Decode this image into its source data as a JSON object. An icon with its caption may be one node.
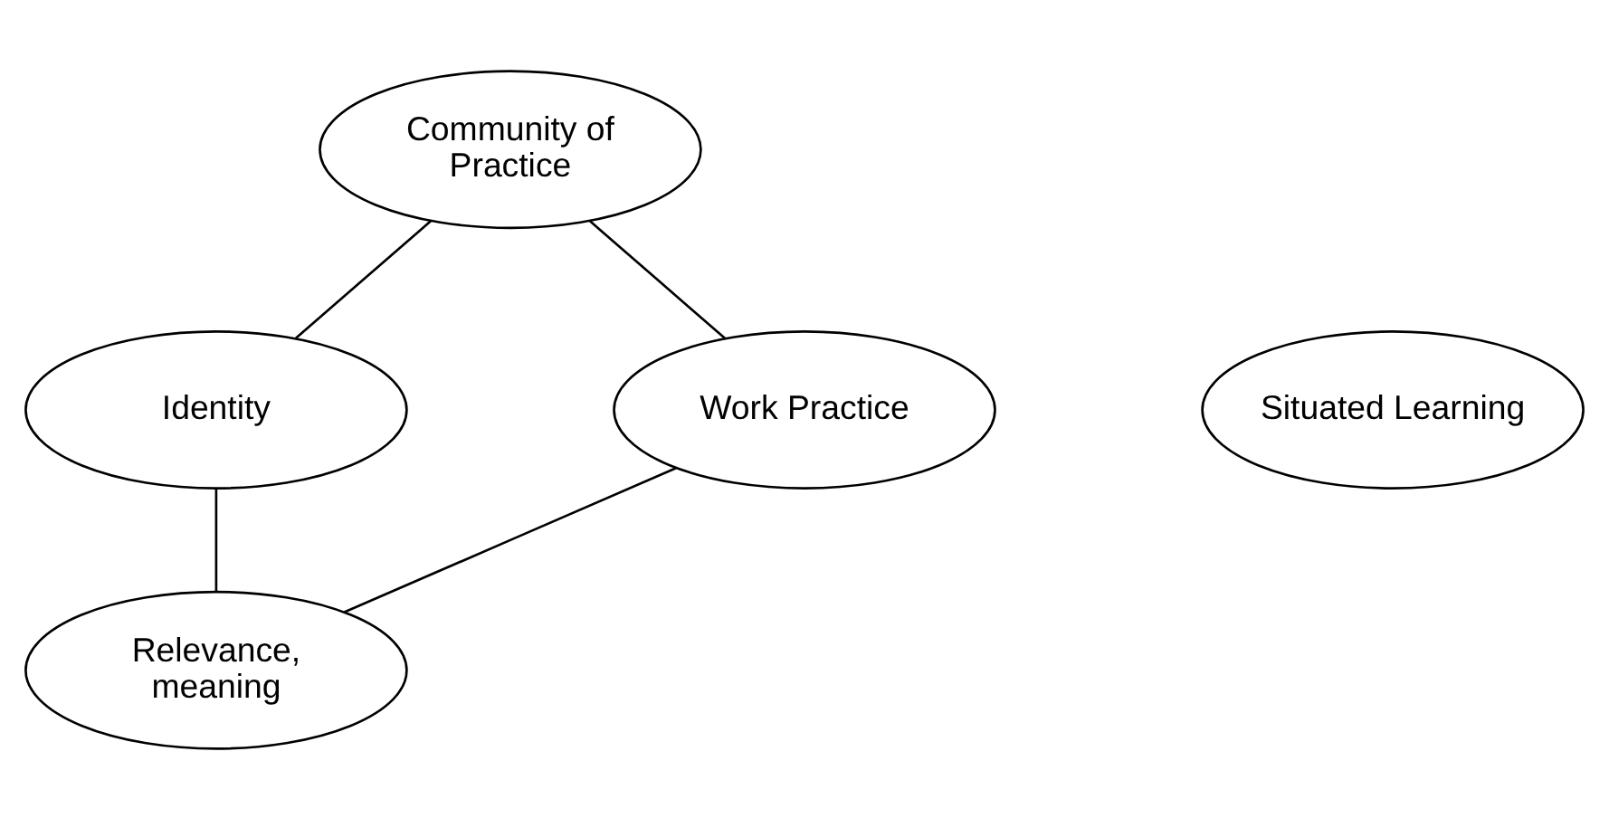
{
  "diagram": {
    "nodes": [
      {
        "text": [
          "Community of Practice"
        ]
      },
      {
        "text": [
          "Work Practice"
        ]
      },
      {
        "text": [
          "Situated Learning"
        ]
      },
      {
        "text": [
          "Identity"
        ]
      },
      {
        "text": [
          "Relevance, meaning"
        ]
      }
    ],
    "edges": [
      {
        "from": 0,
        "to": 3,
        "arrow": "none"
      },
      {
        "from": 3,
        "to": 4,
        "arrow": "none"
      },
      {
        "from": 4,
        "to": 1,
        "arrow": "none"
      },
      {
        "from": 1,
        "to": 0,
        "arrow": "none"
      }
    ]
  }
}
